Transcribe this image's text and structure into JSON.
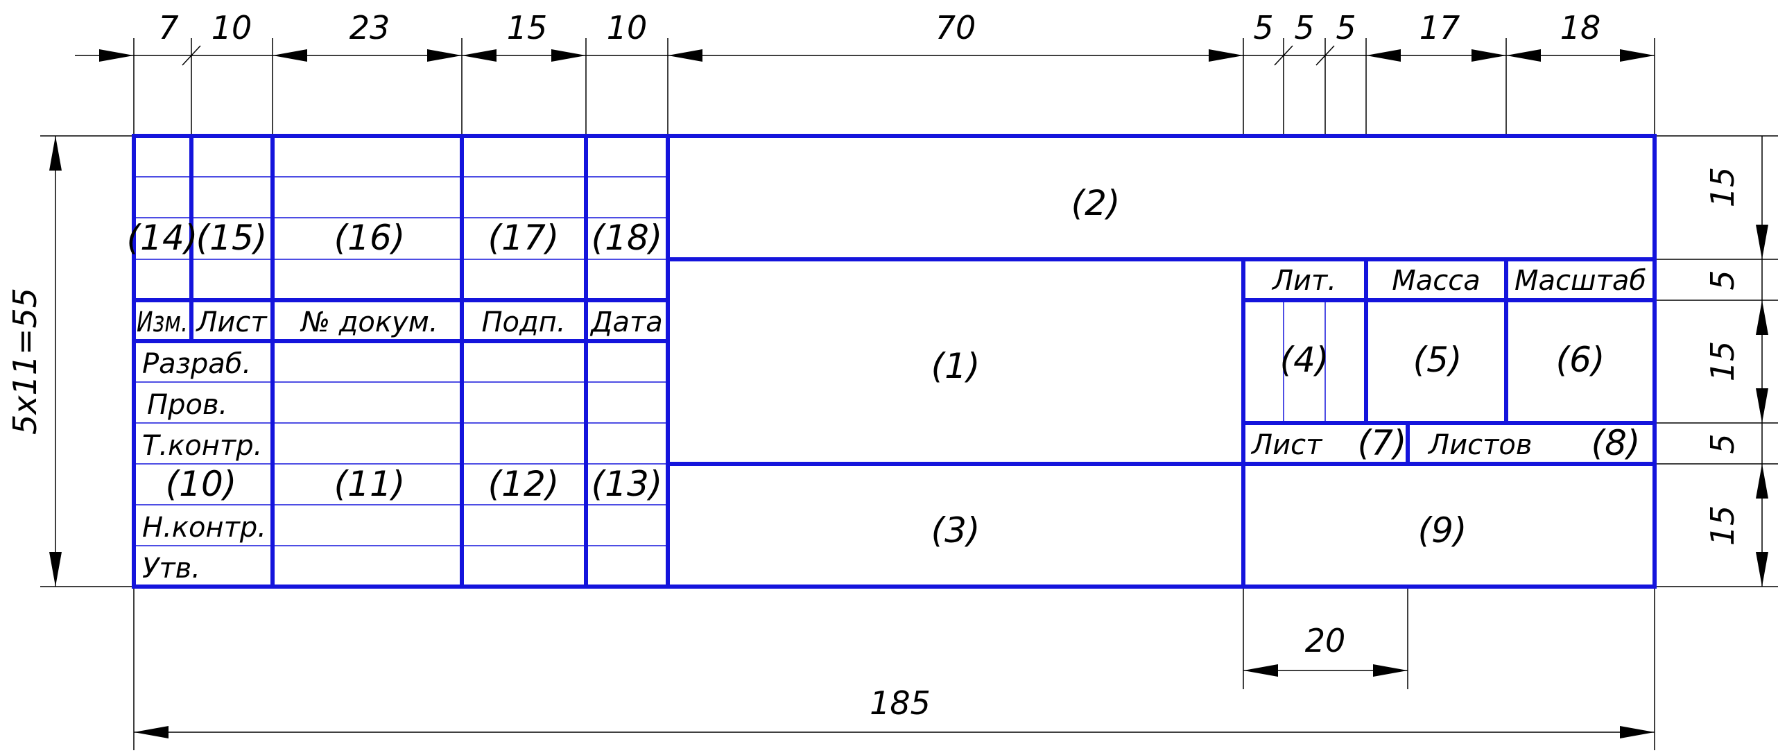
{
  "colors": {
    "frame": "#1414dc",
    "dimension": "#000000",
    "background": "#ffffff"
  },
  "dimensions": {
    "top": [
      "7",
      "10",
      "23",
      "15",
      "10",
      "70",
      "5",
      "5",
      "5",
      "17",
      "18"
    ],
    "right": [
      "15",
      "5",
      "15",
      "5",
      "15"
    ],
    "left": "5x11=55",
    "bottom_total": "185",
    "bottom_inner": "20"
  },
  "fields": {
    "f1": "(1)",
    "f2": "(2)",
    "f3": "(3)",
    "f4": "(4)",
    "f5": "(5)",
    "f6": "(6)",
    "f7": "(7)",
    "f8": "(8)",
    "f9": "(9)",
    "f10": "(10)",
    "f11": "(11)",
    "f12": "(12)",
    "f13": "(13)",
    "f14": "(14)",
    "f15": "(15)",
    "f16": "(16)",
    "f17": "(17)",
    "f18": "(18)"
  },
  "labels": {
    "izm": "Изм.",
    "list": "Лист",
    "doc_no": "№ докум.",
    "podp": "Подп.",
    "data": "Дата",
    "razrab": "Разраб.",
    "prov": "Пров.",
    "tkontr": "Т.контр.",
    "nkontr": "Н.контр.",
    "utv": "Утв.",
    "lit": "Лит.",
    "massa": "Масса",
    "masshtab": "Масштаб",
    "list_sheet": "Лист",
    "listov": "Листов"
  }
}
